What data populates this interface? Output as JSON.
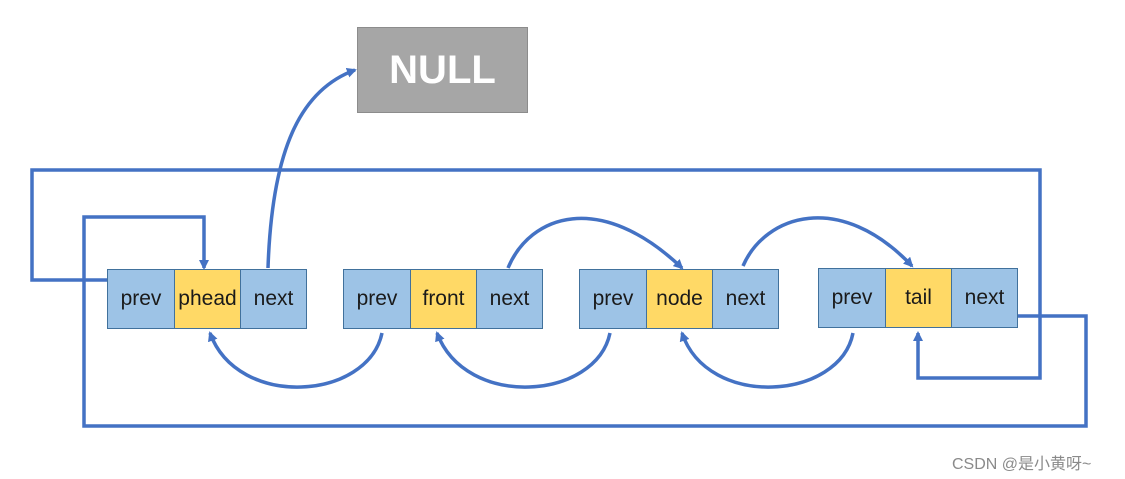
{
  "null_label": "NULL",
  "nodes": [
    {
      "prev": "prev",
      "value": "phead",
      "next": "next"
    },
    {
      "prev": "prev",
      "value": "front",
      "next": "next"
    },
    {
      "prev": "prev",
      "value": "node",
      "next": "next"
    },
    {
      "prev": "prev",
      "value": "tail",
      "next": "next"
    }
  ],
  "colors": {
    "pointer_cell": "#9dc3e6",
    "value_cell": "#ffd966",
    "arrow": "#4472c4",
    "null_box": "#a6a6a6"
  },
  "watermark": "CSDN @是小黄呀~"
}
